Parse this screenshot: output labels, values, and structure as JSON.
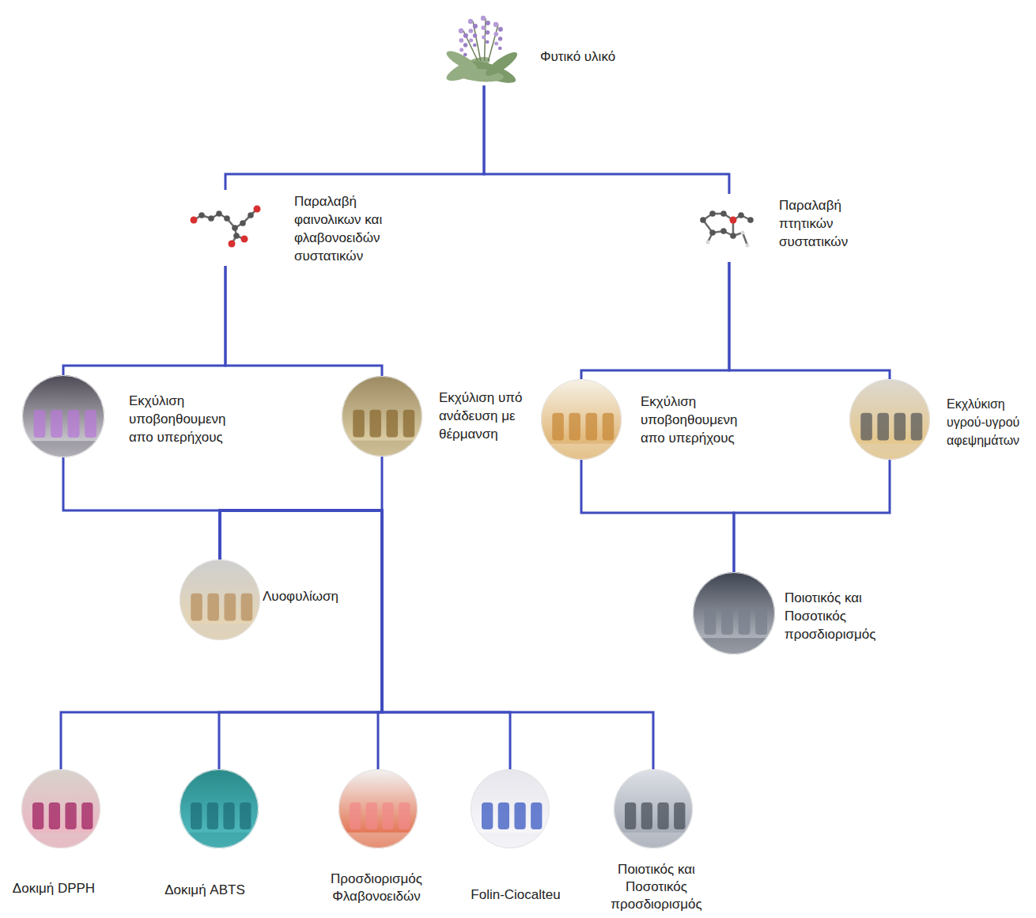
{
  "diagram": {
    "nodes": [
      {
        "text": [
          "Φυτικό υλικό"
        ]
      },
      {
        "text": [
          "Παραλαβή φαινολικων και φλαβονοειδών συστατικών"
        ]
      },
      {
        "text": [
          "Παραλαβή πτητικών συστατικών"
        ]
      },
      {
        "text": [
          "Εκχύλιση υποβοηθουμενη απο υπερήχους"
        ]
      },
      {
        "text": [
          "Εκχύλιση υπό ανάδευση με θέρμανση"
        ]
      },
      {
        "text": [
          "Εκχύλιση υποβοηθουμενη απο υπερήχους"
        ]
      },
      {
        "text": [
          "Εκχλύκιση υγρού-υγρού αφεψημάτων"
        ]
      },
      {
        "text": [
          "Λυοφυλίωση"
        ]
      },
      {
        "text": [
          "Ποιοτικός και Ποσοτικός προσδιορισμός"
        ]
      },
      {
        "text": [
          "Δοκιμή DPPH"
        ]
      },
      {
        "text": [
          "Δοκιμή ABTS"
        ]
      },
      {
        "text": [
          "Προσδιορισμός Φλαβονοειδών"
        ]
      },
      {
        "text": [
          "Folin-Ciocalteu"
        ]
      },
      {
        "text": [
          "Ποιοτικός και Ποσοτικός προσδιορισμός"
        ]
      }
    ],
    "edges": [
      {
        "from": 0,
        "to": 1,
        "arrow": "none"
      },
      {
        "from": 0,
        "to": 2,
        "arrow": "none"
      },
      {
        "from": 1,
        "to": 3,
        "arrow": "none"
      },
      {
        "from": 1,
        "to": 4,
        "arrow": "none"
      },
      {
        "from": 2,
        "to": 5,
        "arrow": "none"
      },
      {
        "from": 2,
        "to": 6,
        "arrow": "none"
      },
      {
        "from": 3,
        "to": 7,
        "arrow": "none"
      },
      {
        "from": 4,
        "to": 7,
        "arrow": "none"
      },
      {
        "from": 5,
        "to": 8,
        "arrow": "none"
      },
      {
        "from": 6,
        "to": 8,
        "arrow": "none"
      },
      {
        "from": 7,
        "to": 9,
        "arrow": "none"
      },
      {
        "from": 7,
        "to": 10,
        "arrow": "none"
      },
      {
        "from": 7,
        "to": 11,
        "arrow": "none"
      },
      {
        "from": 7,
        "to": 12,
        "arrow": "none"
      },
      {
        "from": 7,
        "to": 13,
        "arrow": "none"
      }
    ]
  }
}
